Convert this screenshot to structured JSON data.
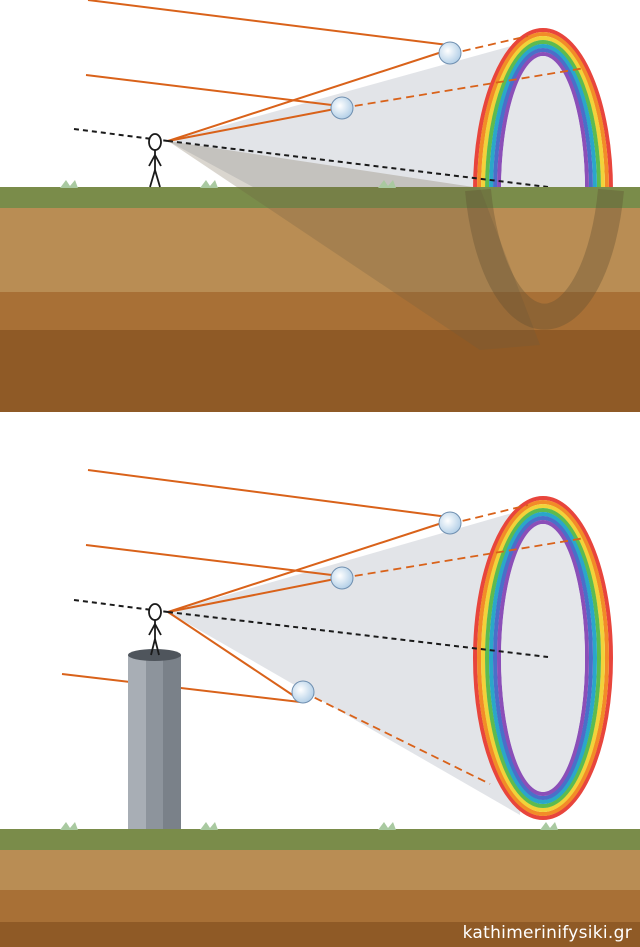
{
  "watermark": "kathimerinifysiki.gr",
  "colors": {
    "sky": "#ffffff",
    "grass": "#7a8c4a",
    "soil_top": "#b98d54",
    "soil_mid": "#a87036",
    "soil_deep": "#8f5a26",
    "light_ray": "#d9621a",
    "cone": "#dfe1e5",
    "sightline": "#1a1a1a",
    "pillar": "#8d949c",
    "rainbow_bands": [
      "#e8453c",
      "#f28c28",
      "#f2d23a",
      "#5dbb4f",
      "#2aa7c9",
      "#4a6fc9",
      "#8b4fb8"
    ]
  },
  "panels": [
    {
      "name": "ground-observer",
      "observer_height": "ground"
    },
    {
      "name": "elevated-observer",
      "observer_height": "pillar"
    }
  ]
}
